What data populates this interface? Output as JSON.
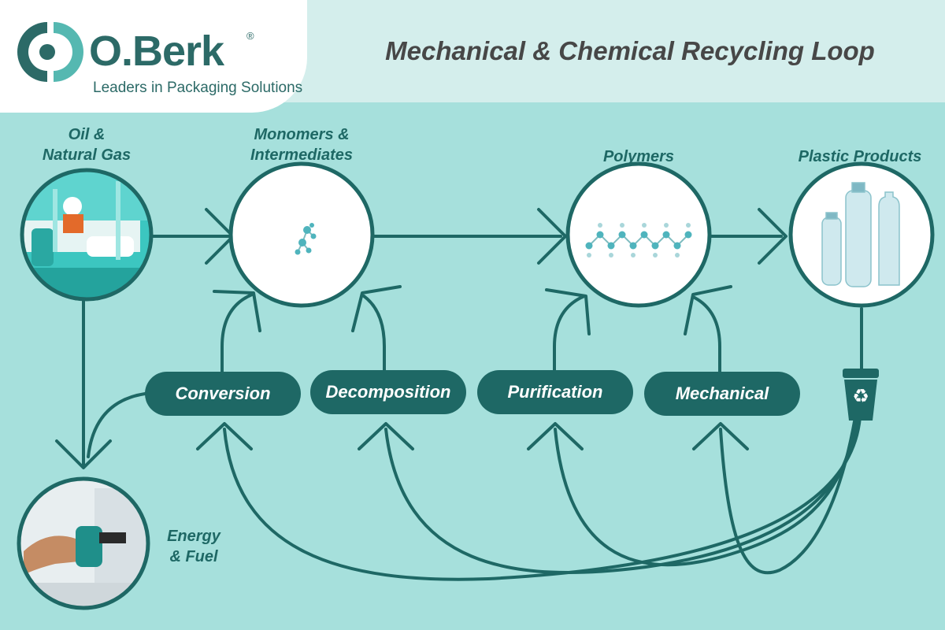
{
  "brand": {
    "name": "O.Berk",
    "registered": "®",
    "tagline": "Leaders in Packaging Solutions"
  },
  "title": "Mechanical & Chemical Recycling Loop",
  "nodes": {
    "oil": {
      "label_line1": "Oil &",
      "label_line2": "Natural Gas"
    },
    "monomers": {
      "label_line1": "Monomers &",
      "label_line2": "Intermediates"
    },
    "polymers": {
      "label": "Polymers"
    },
    "products": {
      "label": "Plastic Products"
    },
    "energy": {
      "label_line1": "Energy",
      "label_line2": "& Fuel"
    }
  },
  "processes": {
    "conversion": "Conversion",
    "decomposition": "Decomposition",
    "purification": "Purification",
    "mechanical": "Mechanical"
  },
  "icons": {
    "recycle_bin": "recycle-bin-icon",
    "recycle_symbol": "♻"
  },
  "colors": {
    "teal_dark": "#1e6865",
    "background": "#a6e0dc",
    "header_band": "#d4eeec",
    "title_text": "#474747"
  }
}
